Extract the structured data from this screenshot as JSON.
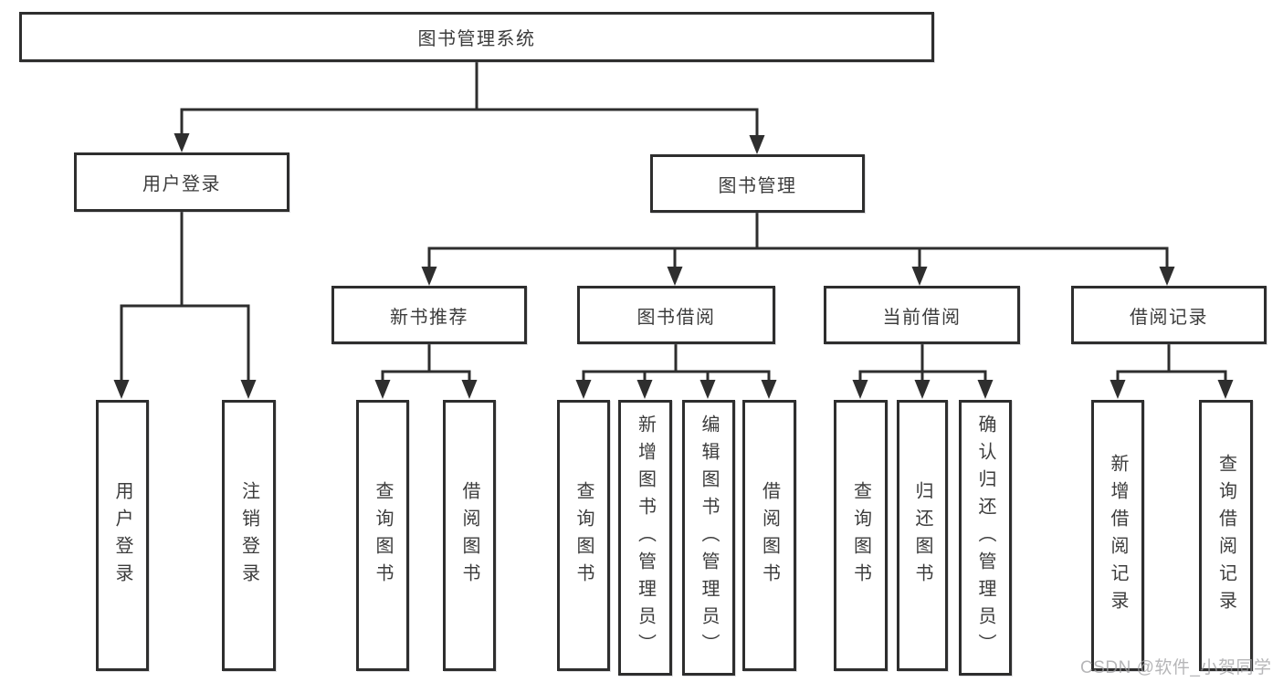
{
  "diagram_title": "图书管理系统",
  "tree": {
    "label": "图书管理系统",
    "children": [
      {
        "label": "用户登录",
        "children": [
          {
            "label": "用户登录"
          },
          {
            "label": "注销登录"
          }
        ]
      },
      {
        "label": "图书管理",
        "children": [
          {
            "label": "新书推荐",
            "children": [
              {
                "label": "查询图书"
              },
              {
                "label": "借阅图书"
              }
            ]
          },
          {
            "label": "图书借阅",
            "children": [
              {
                "label": "查询图书"
              },
              {
                "label": "新增图书（管理员）"
              },
              {
                "label": "编辑图书（管理员）"
              },
              {
                "label": "借阅图书"
              }
            ]
          },
          {
            "label": "当前借阅",
            "children": [
              {
                "label": "查询图书"
              },
              {
                "label": "归还图书"
              },
              {
                "label": "确认归还（管理员）"
              }
            ]
          },
          {
            "label": "借阅记录",
            "children": [
              {
                "label": "新增借阅记录"
              },
              {
                "label": "查询借阅记录"
              }
            ]
          }
        ]
      }
    ]
  },
  "watermark": {
    "text": "CSDN @软件_小贺同学"
  },
  "colors": {
    "line": "#2e2e2e",
    "box_border": "#2e2e2e",
    "text": "#3c3c3c",
    "background": "#ffffff",
    "watermark": "#9e9ea0"
  }
}
